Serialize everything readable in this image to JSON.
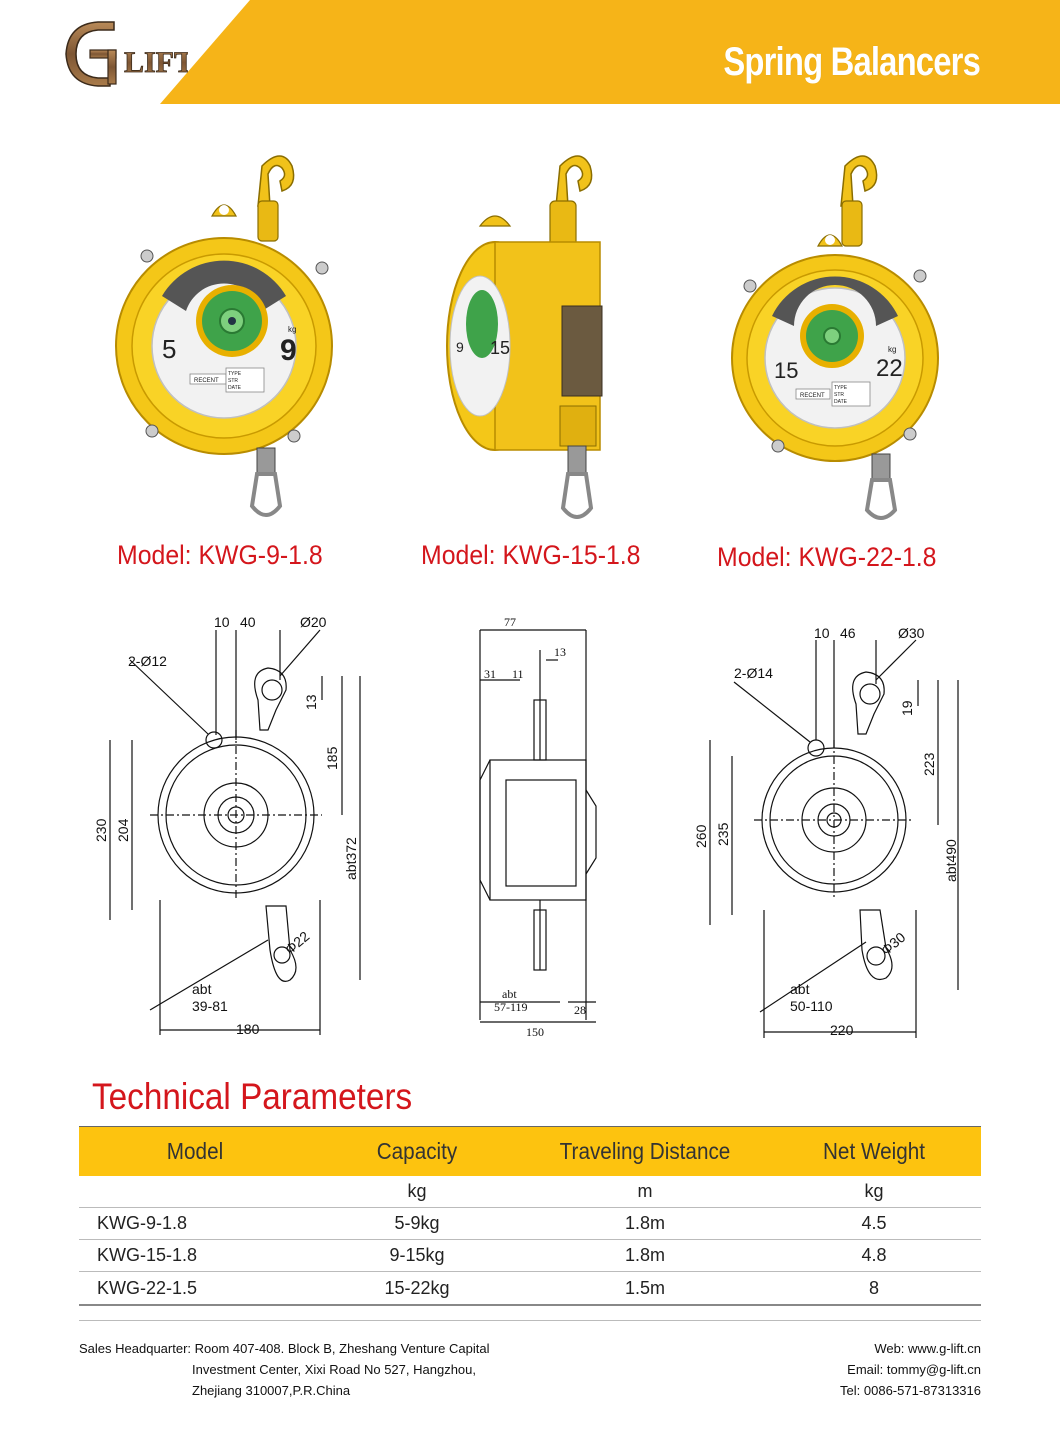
{
  "header": {
    "brand_logo_text": "LIFT",
    "title": "Spring Balancers",
    "accent_color": "#f6b418"
  },
  "products": [
    {
      "model": "Model: KWG-9-1.8",
      "dial_min": "5",
      "dial_max": "9",
      "unit": "kg",
      "label_recent": "RECENT",
      "label_type": "TYPE",
      "label_str": "STR",
      "label_date": "DATE"
    },
    {
      "model": "Model: KWG-15-1.8",
      "dial_min": "9",
      "dial_max": "15"
    },
    {
      "model": "Model: KWG-22-1.8",
      "dial_min": "15",
      "dial_max": "22",
      "unit": "kg",
      "label_recent": "RECENT",
      "label_type": "TYPE",
      "label_str": "STR",
      "label_date": "DATE"
    }
  ],
  "drawings": {
    "left": {
      "d1": "10",
      "d2": "40",
      "hole": "2-Ø12",
      "hook": "Ø20",
      "h1": "13",
      "h2": "185",
      "h3": "abt372",
      "w1": "230",
      "w2": "204",
      "eye": "Φ22",
      "abt": "abt",
      "range": "39-81",
      "width": "180"
    },
    "middle": {
      "d1": "77",
      "d2": "13",
      "d3": "31",
      "d4": "11",
      "abt": "abt",
      "range": "57-119",
      "d5": "28",
      "width": "150"
    },
    "right": {
      "d1": "10",
      "d2": "46",
      "hole": "2-Ø14",
      "hook": "Ø30",
      "h1": "19",
      "h2": "223",
      "h3": "abt490",
      "w1": "260",
      "w2": "235",
      "eye": "Φ30",
      "abt": "abt",
      "range": "50-110",
      "width": "220"
    }
  },
  "table": {
    "title": "Technical Parameters",
    "headers": [
      "Model",
      "Capacity",
      "Traveling Distance",
      "Net Weight"
    ],
    "units": [
      "",
      "kg",
      "m",
      "kg"
    ],
    "rows": [
      [
        "KWG-9-1.8",
        "5-9kg",
        "1.8m",
        "4.5"
      ],
      [
        "KWG-15-1.8",
        "9-15kg",
        "1.8m",
        "4.8"
      ],
      [
        "KWG-22-1.5",
        "15-22kg",
        "1.5m",
        "8"
      ]
    ]
  },
  "footer": {
    "address_label": "Sales Headquarter:",
    "address_line1": "Room 407-408. Block B, Zheshang Venture Capital",
    "address_line2": "Investment Center, Xixi Road No 527, Hangzhou,",
    "address_line3": "Zhejiang 310007,P.R.China",
    "web": "Web: www.g-lift.cn",
    "email": "Email: tommy@g-lift.cn",
    "tel": "Tel: 0086-571-87313316"
  }
}
